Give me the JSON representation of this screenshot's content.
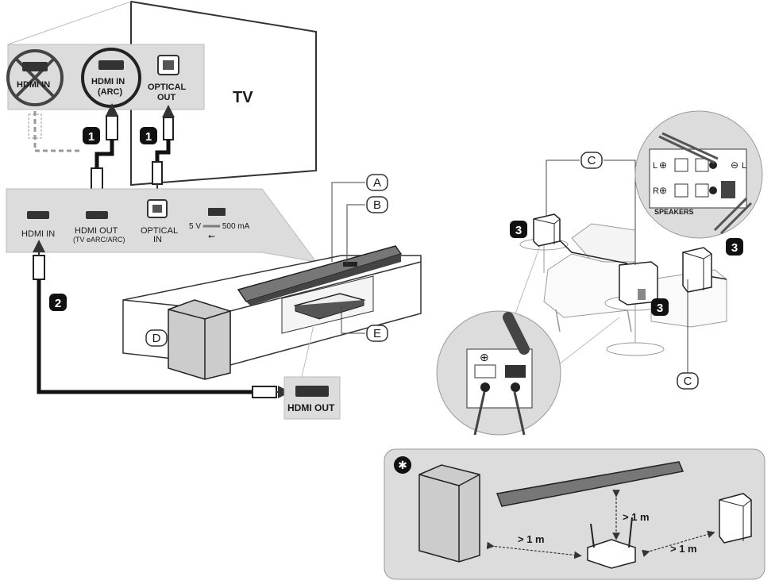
{
  "tv": {
    "label": "TV",
    "ports": {
      "hdmi_in": "HDMI IN",
      "hdmi_in_arc_line1": "HDMI IN",
      "hdmi_in_arc_line2": "(ARC)",
      "optical_out_line1": "OPTICAL",
      "optical_out_line2": "OUT"
    }
  },
  "soundbar_panel": {
    "hdmi_in": "HDMI IN",
    "hdmi_out_line1": "HDMI OUT",
    "hdmi_out_line2": "(TV eARC/ARC)",
    "optical_in_line1": "OPTICAL",
    "optical_in_line2": "IN",
    "usb": "5 V ═══ 500 mA"
  },
  "device_port": {
    "hdmi_out": "HDMI OUT"
  },
  "callouts": {
    "A": "A",
    "B": "B",
    "C": "C",
    "D": "D",
    "E": "E"
  },
  "steps": {
    "one": "1",
    "two": "2",
    "three": "3"
  },
  "speaker_terminal": {
    "left": "L",
    "right": "R",
    "plus": "⊕",
    "minus": "⊖",
    "label": "SPEAKERS"
  },
  "placement": {
    "marker": "✱",
    "distance": "> 1 m"
  }
}
